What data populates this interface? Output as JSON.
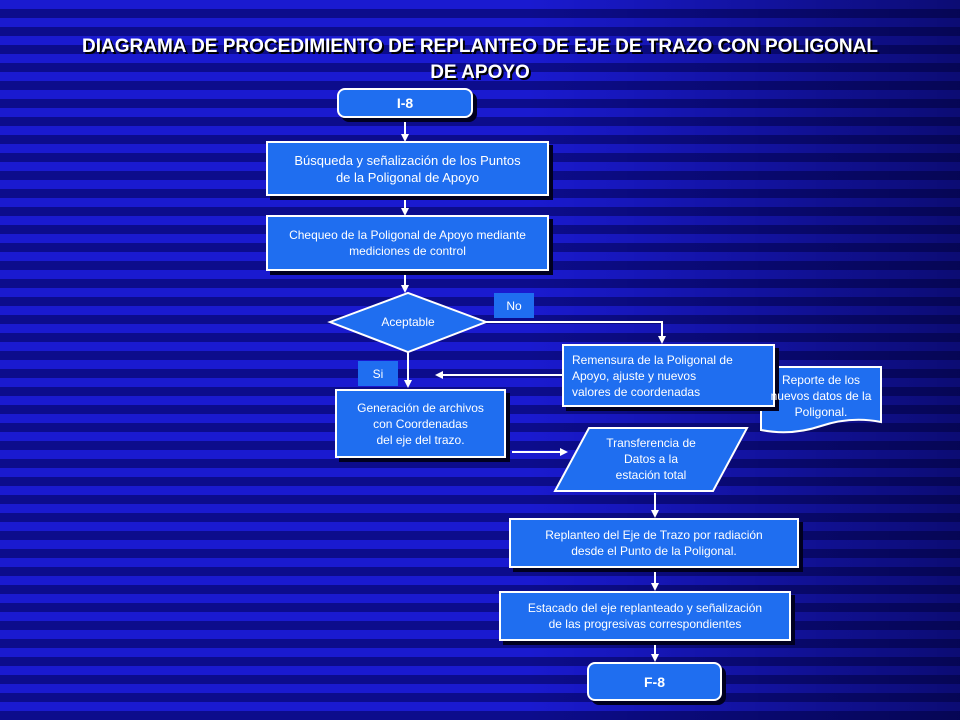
{
  "title": {
    "line1": "DIAGRAMA DE PROCEDIMIENTO DE REPLANTEO DE EJE DE TRAZO CON POLIGONAL",
    "line2": "DE APOYO"
  },
  "nodes": {
    "start": "I-8",
    "busqueda": "Búsqueda y señalización de los Puntos\nde la Poligonal de Apoyo",
    "chequeo": "Chequeo de la Poligonal de Apoyo mediante\nmediciones de control",
    "decision": "Aceptable",
    "no": "No",
    "si": "Si",
    "remensura": "Remensura  de la Poligonal de\nApoyo, ajuste y nuevos\nvalores de coordenadas",
    "reporte": "Reporte de los\nnuevos datos de la\nPoligonal.",
    "generacion": "Generación  de archivos\ncon Coordenadas\ndel eje del  trazo.",
    "transferencia": "Transferencia  de\nDatos a la\nestación total",
    "replanteo": "Replanteo del Eje de Trazo  por radiación\ndesde el Punto de la Poligonal.",
    "estacado": "Estacado del eje replanteado y señalización\nde las progresivas correspondientes",
    "end": "F-8"
  },
  "colors": {
    "box": "#1f6ef0",
    "border": "#ffffff",
    "arrow": "#ffffff"
  }
}
